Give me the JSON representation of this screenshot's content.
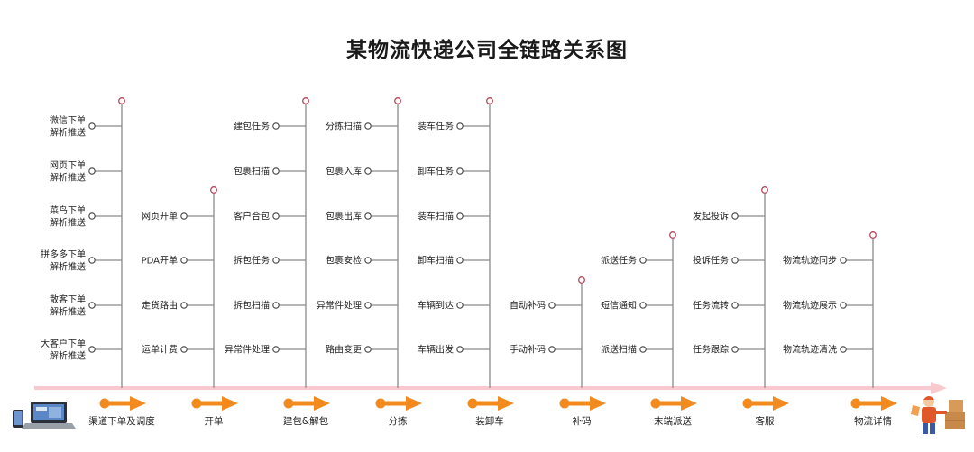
{
  "title": "某物流快递公司全链路关系图",
  "colors": {
    "line": "#8a8a8a",
    "node_ring": "#b5485a",
    "timeline": "#f8c9cf",
    "arrow": "#f28a1e"
  },
  "icons": {
    "left": "laptop-phone-icon",
    "right": "courier-delivery-icon"
  },
  "stages": [
    {
      "name": "渠道下单及调度",
      "items": []
    },
    {
      "name": "开单",
      "items": []
    },
    {
      "name": "建包&解包",
      "items": []
    },
    {
      "name": "分拣",
      "items": []
    },
    {
      "name": "装卸车",
      "items": []
    },
    {
      "name": "补码",
      "items": []
    },
    {
      "name": "末端派送",
      "items": []
    },
    {
      "name": "客服",
      "items": []
    },
    {
      "name": "物流详情",
      "items": []
    }
  ],
  "columns": [
    {
      "items": [
        [
          "微信下单",
          "解析推送"
        ],
        [
          "网页下单",
          "解析推送"
        ],
        [
          "菜鸟下单",
          "解析推送"
        ],
        [
          "拼多多下单",
          "解析推送"
        ],
        [
          "散客下单",
          "解析推送"
        ],
        [
          "大客户下单",
          "解析推送"
        ]
      ]
    },
    {
      "items": [
        [
          "网页开单"
        ],
        [
          "PDA开单"
        ],
        [
          "走货路由"
        ],
        [
          "运单计费"
        ]
      ]
    },
    {
      "items": [
        [
          "建包任务"
        ],
        [
          "包裹扫描"
        ],
        [
          "客户合包"
        ],
        [
          "拆包任务"
        ],
        [
          "拆包扫描"
        ],
        [
          "异常件处理"
        ]
      ]
    },
    {
      "items": [
        [
          "分拣扫描"
        ],
        [
          "包裹入库"
        ],
        [
          "包裹出库"
        ],
        [
          "包裹安检"
        ],
        [
          "异常件处理"
        ],
        [
          "路由变更"
        ]
      ]
    },
    {
      "items": [
        [
          "装车任务"
        ],
        [
          "卸车任务"
        ],
        [
          "装车扫描"
        ],
        [
          "卸车扫描"
        ],
        [
          "车辆到达"
        ],
        [
          "车辆出发"
        ]
      ]
    },
    {
      "items": [
        [
          "自动补码"
        ],
        [
          "手动补码"
        ]
      ]
    },
    {
      "items": [
        [
          "派送任务"
        ],
        [
          "短信通知"
        ],
        [
          "派送扫描"
        ]
      ]
    },
    {
      "items": [
        [
          "发起投诉"
        ],
        [
          "投诉任务"
        ],
        [
          "任务流转"
        ],
        [
          "任务跟踪"
        ]
      ]
    },
    {
      "items": [
        [
          "物流轨迹同步"
        ],
        [
          "物流轨迹展示"
        ],
        [
          "物流轨迹清洗"
        ]
      ]
    }
  ]
}
